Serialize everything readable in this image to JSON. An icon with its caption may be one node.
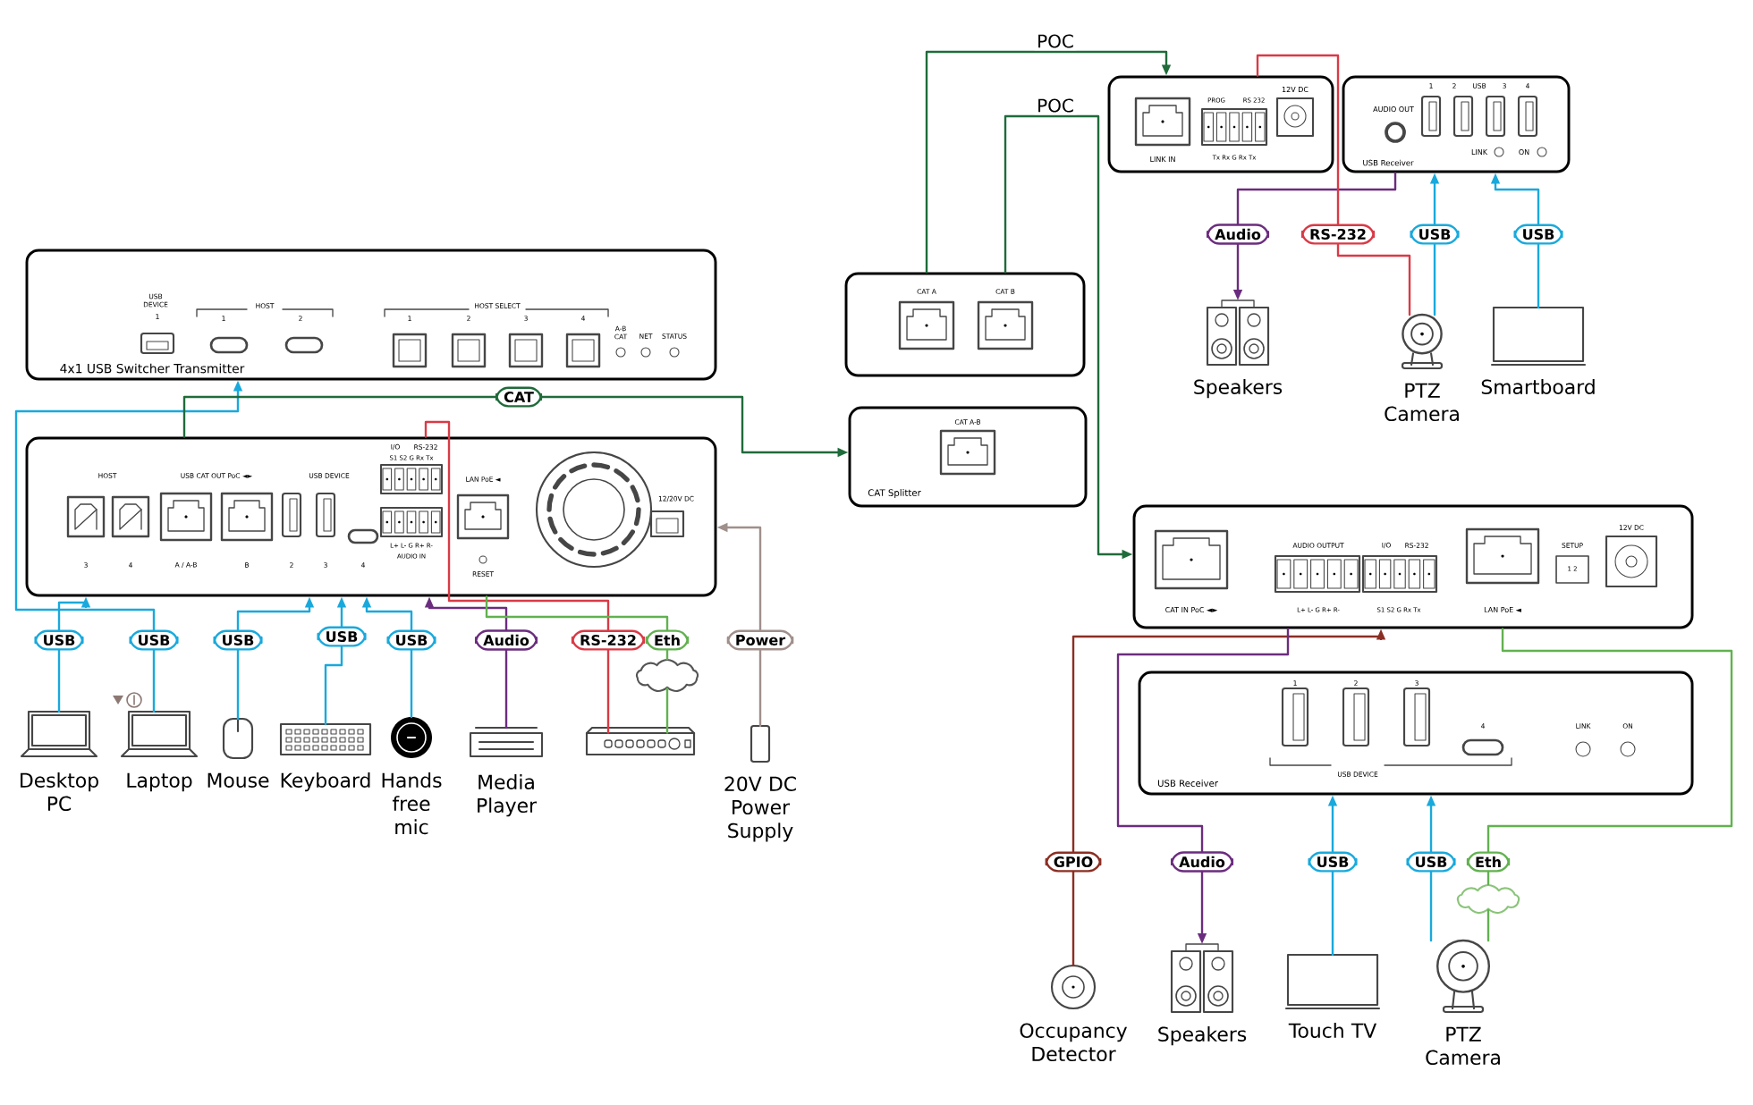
{
  "diagram": {
    "nodes": [
      {
        "text": [
          "USB DEVICE",
          "HOST",
          "HOST SELECT",
          "1",
          "1",
          "2",
          "1",
          "2",
          "3",
          "4",
          "A-B CAT",
          "NET",
          "STATUS",
          "4x1 USB Switcher Transmitter"
        ]
      },
      {
        "text": [
          "I/O",
          "RS-232",
          "S1 S2 G Rx Tx",
          "HOST",
          "USB CAT OUT PoC ◄►",
          "USB DEVICE",
          "LAN PoE ◄",
          "12/20V DC",
          "L+ L- G R+ R-",
          "AUDIO IN",
          "3",
          "4",
          "A / A-B",
          "B",
          "2",
          "3",
          "4",
          "RESET"
        ]
      },
      {
        "text": [
          "CAT A-B",
          "CAT Splitter"
        ]
      },
      {
        "text": [
          "CAT A",
          "CAT B"
        ]
      },
      {
        "text": [
          "12V DC",
          "PROG",
          "RS 232",
          "Tx Rx G Rx Tx",
          "LINK IN"
        ]
      },
      {
        "text": [
          "1",
          "2",
          "USB",
          "3",
          "4",
          "AUDIO OUT",
          "LINK",
          "ON",
          "USB Receiver"
        ]
      },
      {
        "text": [
          "12V DC",
          "AUDIO OUTPUT",
          "I/O",
          "RS-232",
          "SETUP",
          "1 2",
          "CAT IN PoC ◄►",
          "L+ L- G R+ R-",
          "S1 S2 G Rx Tx",
          "LAN PoE ◄"
        ]
      },
      {
        "text": [
          "1",
          "2",
          "3",
          "4",
          "LINK",
          "ON",
          "USB DEVICE",
          "USB Receiver"
        ]
      },
      {
        "text": [
          "Desktop PC"
        ]
      },
      {
        "text": [
          "Laptop"
        ]
      },
      {
        "text": [
          "Mouse"
        ]
      },
      {
        "text": [
          "Keyboard"
        ]
      },
      {
        "text": [
          "Hands free mic"
        ]
      },
      {
        "text": [
          "Media Player"
        ]
      },
      {
        "text": [],
        "shape": "picture"
      },
      {
        "text": [],
        "shape": "cloud"
      },
      {
        "text": [
          "20V DC Power Supply"
        ]
      },
      {
        "text": [
          "Speakers"
        ]
      },
      {
        "text": [
          "PTZ Camera"
        ]
      },
      {
        "text": [
          "Smartboard"
        ]
      },
      {
        "text": [
          "Occupancy Detector"
        ]
      },
      {
        "text": [
          "Speakers"
        ]
      },
      {
        "text": [
          "Touch TV"
        ]
      },
      {
        "text": [],
        "shape": "cloud"
      },
      {
        "text": [
          "PTZ Camera"
        ]
      }
    ],
    "edges": [
      {
        "from": 8,
        "to": 1,
        "arrow": "to",
        "label": "USB"
      },
      {
        "from": 9,
        "to": 0,
        "arrow": "to",
        "label": "USB"
      },
      {
        "from": 10,
        "to": 1,
        "arrow": "to",
        "label": "USB"
      },
      {
        "from": 11,
        "to": 1,
        "arrow": "to",
        "label": "USB"
      },
      {
        "from": 12,
        "to": 1,
        "arrow": "to",
        "label": "USB"
      },
      {
        "from": 13,
        "to": 1,
        "arrow": "to",
        "label": "Audio",
        "color": "#6b2d7e"
      },
      {
        "from": 14,
        "to": 1,
        "arrow": "none",
        "label": "RS-232",
        "color": "#d93a46"
      },
      {
        "from": 1,
        "to": 15,
        "arrow": "none",
        "label": "Eth",
        "color": "#62b150"
      },
      {
        "from": 15,
        "to": 14,
        "arrow": "none",
        "color": "#62b150"
      },
      {
        "from": 16,
        "to": 1,
        "arrow": "to",
        "label": "Power",
        "color": "#a08f8b"
      },
      {
        "from": 1,
        "to": 2,
        "arrow": "to",
        "label": "CAT",
        "color": "#1f6b3a"
      },
      {
        "from": 3,
        "to": 4,
        "arrow": "to",
        "label": "POC",
        "color": "#1f6b3a"
      },
      {
        "from": 3,
        "to": 6,
        "arrow": "to",
        "label": "POC",
        "color": "#1f6b3a"
      },
      {
        "from": 5,
        "to": 17,
        "arrow": "to",
        "label": "Audio",
        "color": "#6b2d7e"
      },
      {
        "from": 4,
        "to": 18,
        "arrow": "none",
        "label": "RS-232",
        "color": "#d93a46"
      },
      {
        "from": 18,
        "to": 5,
        "arrow": "to",
        "label": "USB"
      },
      {
        "from": 19,
        "to": 5,
        "arrow": "to",
        "label": "USB"
      },
      {
        "from": 20,
        "to": 6,
        "arrow": "to",
        "label": "GPIO",
        "color": "#8b2e23"
      },
      {
        "from": 6,
        "to": 21,
        "arrow": "to",
        "label": "Audio",
        "color": "#6b2d7e"
      },
      {
        "from": 22,
        "to": 7,
        "arrow": "to",
        "label": "USB"
      },
      {
        "from": 24,
        "to": 7,
        "arrow": "to",
        "label": "USB"
      },
      {
        "from": 6,
        "to": 23,
        "arrow": "none",
        "label": "Eth",
        "color": "#62b150"
      },
      {
        "from": 23,
        "to": 24,
        "arrow": "none",
        "color": "#62b150"
      }
    ]
  }
}
